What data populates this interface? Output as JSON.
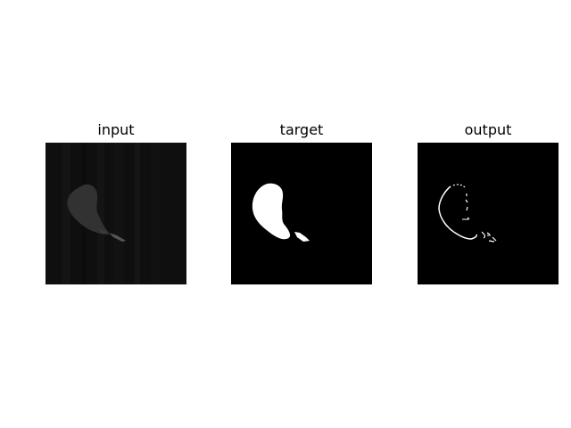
{
  "panels": [
    {
      "title": "input",
      "colormap": "gray",
      "background": "#111111",
      "shape_fill": "#2e2e2e"
    },
    {
      "title": "target",
      "colormap": "gray",
      "background": "#000000",
      "shape_fill": "#ffffff"
    },
    {
      "title": "output",
      "colormap": "gray",
      "background": "#000000",
      "shape_fill": "#ffffff"
    }
  ]
}
